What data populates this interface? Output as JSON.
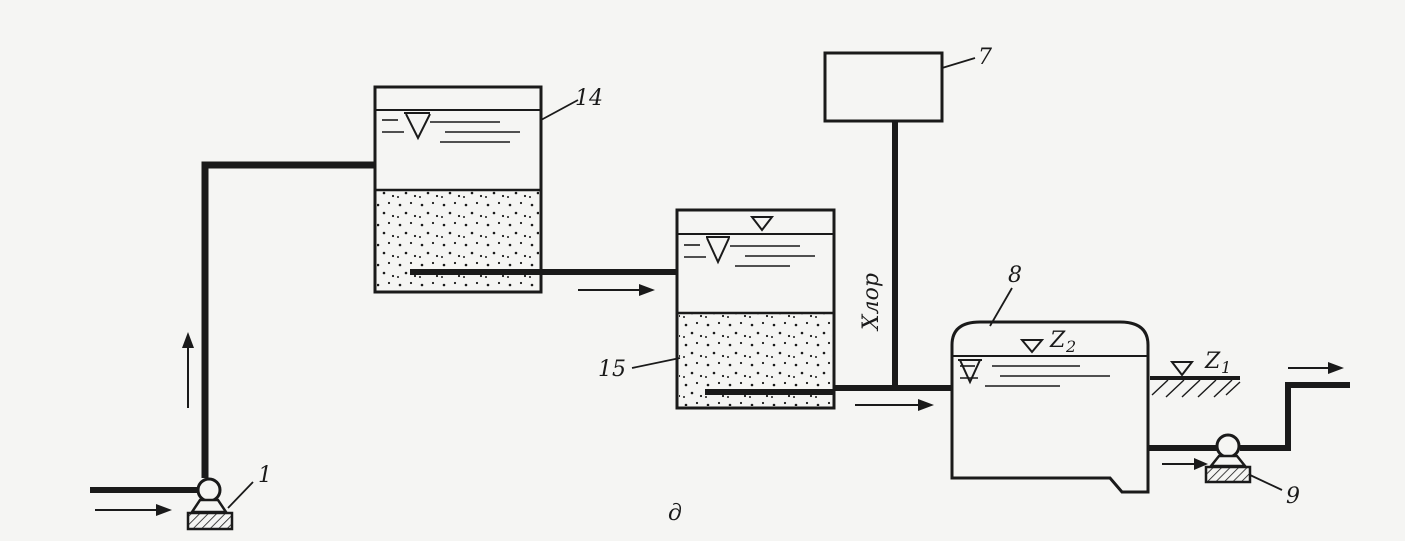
{
  "labels": {
    "pump_inlet": "1",
    "filter_first": "14",
    "filter_second": "15",
    "chlorinator": "7",
    "reservoir": "8",
    "pump_outlet": "9",
    "chlorine": "Хлор",
    "level_reservoir": "Z",
    "level_reservoir_sub": "2",
    "level_ground": "Z",
    "level_ground_sub": "1",
    "figure_letter": "д"
  },
  "colors": {
    "ink": "#1a1a1a",
    "paper": "#f5f5f3"
  }
}
